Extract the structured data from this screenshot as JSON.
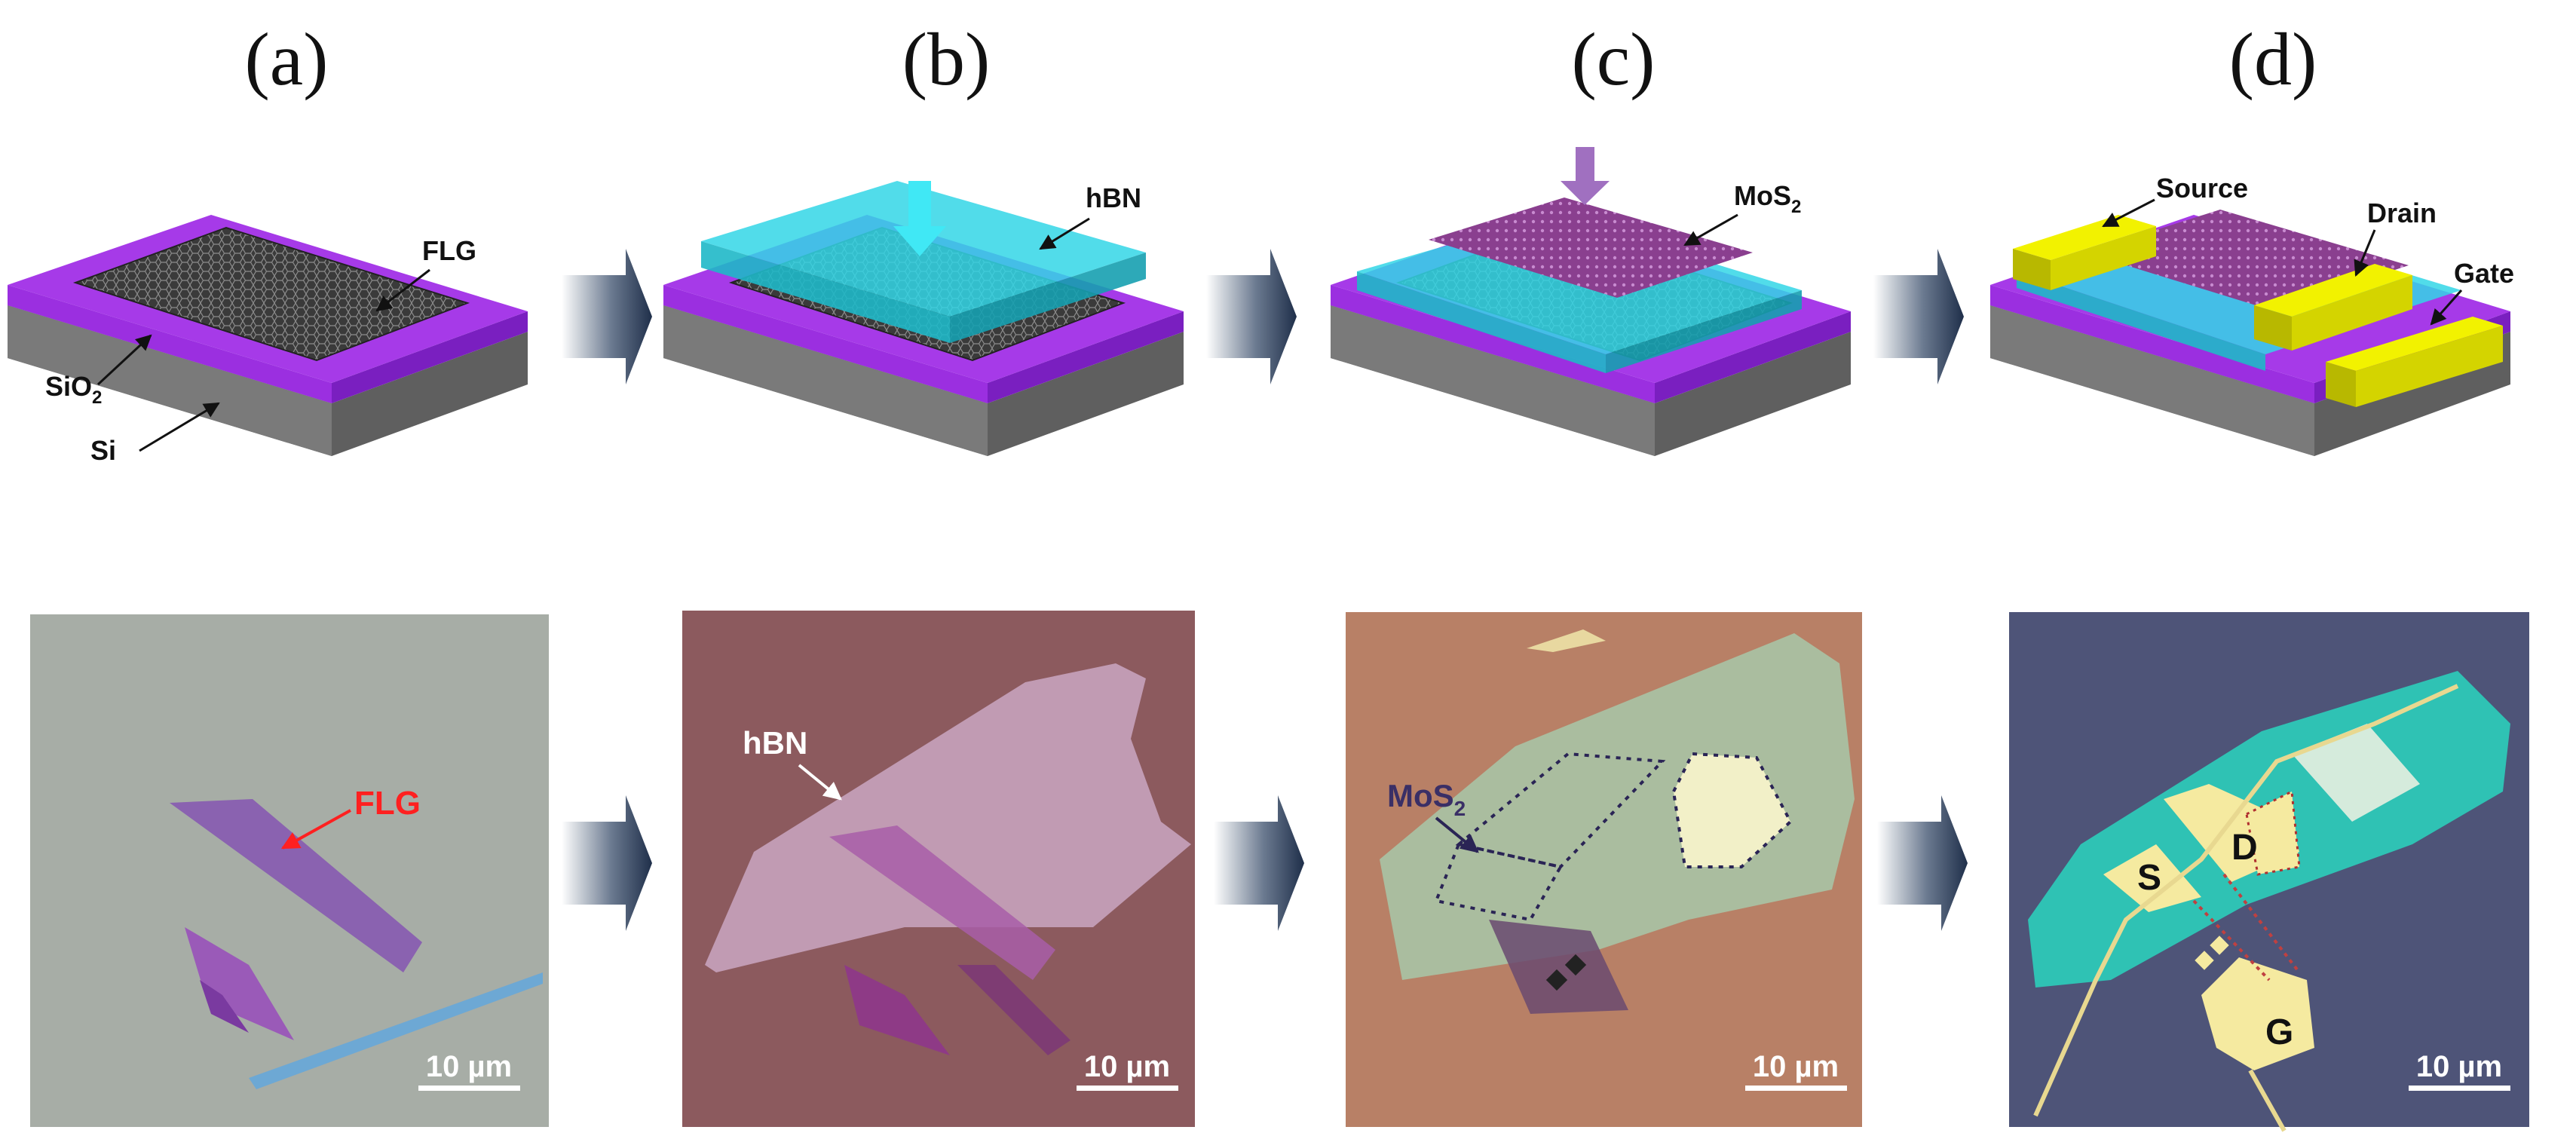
{
  "panel_labels": [
    "(a)",
    "(b)",
    "(c)",
    "(d)"
  ],
  "schematic_labels": {
    "flg": "FLG",
    "sio2": "SiO",
    "sio2_sub": "2",
    "si": "Si",
    "hbn": "hBN",
    "mos2": "MoS",
    "mos2_sub": "2",
    "source": "Source",
    "drain": "Drain",
    "gate": "Gate"
  },
  "micrograph_labels": {
    "flg": "FLG",
    "hbn": "hBN",
    "mos2": "MoS",
    "mos2_sub": "2",
    "s": "S",
    "d": "D",
    "g": "G"
  },
  "scale_bar": "10 µm",
  "colors": {
    "sio2": "#9b2fe0",
    "si": "#6e6e6e",
    "hbn": "#33d6e6",
    "mos2": "#8a3f8f",
    "electrode": "#e0e000",
    "arrow": "#2a3a55"
  }
}
